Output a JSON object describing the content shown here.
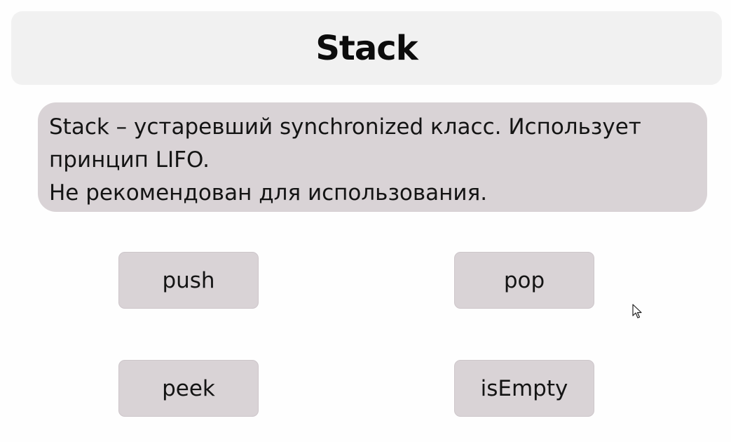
{
  "title": "Stack",
  "description": {
    "lines": [
      "Stack – устаревший synchronized класс. Использует",
      "принцип LIFO.",
      "Не рекомендован для использования."
    ]
  },
  "methods": {
    "push": "push",
    "pop": "pop",
    "peek": "peek",
    "is_empty": "isEmpty"
  },
  "cursor": {
    "icon": "mouse-pointer-icon"
  }
}
